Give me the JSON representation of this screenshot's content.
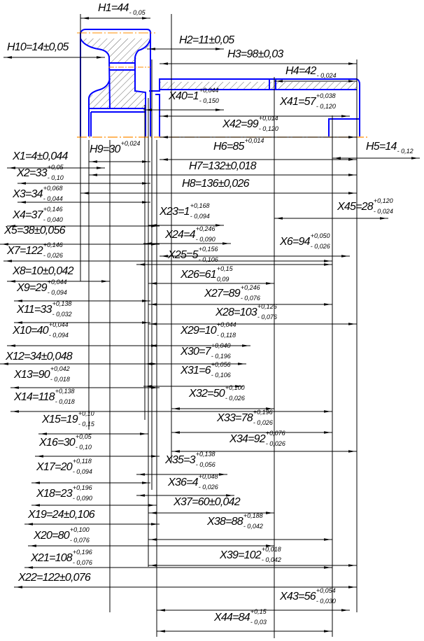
{
  "colors": {
    "part_outline": "#0000ff",
    "center_line": "#ff8c00",
    "dimension_line": "#000000"
  },
  "dims": [
    {
      "label": "H1=44",
      "upper": "",
      "lower": "- 0,05"
    },
    {
      "label": "H10=14±0,05",
      "upper": "",
      "lower": ""
    },
    {
      "label": "H2=11±0,05",
      "upper": "",
      "lower": ""
    },
    {
      "label": "H3=98±0,03",
      "upper": "",
      "lower": ""
    },
    {
      "label": "H4=42",
      "upper": "",
      "lower": "- 0,024"
    },
    {
      "label": "X40=1",
      "upper": "+0,044",
      "lower": "- 0,150"
    },
    {
      "label": "X41=57",
      "upper": "+0,038",
      "lower": "- 0,120"
    },
    {
      "label": "X42=99",
      "upper": "+0,014",
      "lower": "- 0,120"
    },
    {
      "label": "H9=30",
      "upper": "+0,024",
      "lower": ""
    },
    {
      "label": "H6=85",
      "upper": "+0,014",
      "lower": ""
    },
    {
      "label": "H5=14",
      "upper": "",
      "lower": "- 0,12"
    },
    {
      "label": "X1=4±0,044",
      "upper": "",
      "lower": ""
    },
    {
      "label": "H7=132±0,018",
      "upper": "",
      "lower": ""
    },
    {
      "label": "X2=33",
      "upper": "+0,05",
      "lower": "- 0,10"
    },
    {
      "label": "H8=136±0,026",
      "upper": "",
      "lower": ""
    },
    {
      "label": "X3=34",
      "upper": "+0,068",
      "lower": "- 0,044"
    },
    {
      "label": "X45=28",
      "upper": "+0,120",
      "lower": "- 0,024"
    },
    {
      "label": "X4=37",
      "upper": "+0,146",
      "lower": "- 0,040"
    },
    {
      "label": "X23=1",
      "upper": "+0,168",
      "lower": "- 0,094"
    },
    {
      "label": "X5=38±0,056",
      "upper": "",
      "lower": ""
    },
    {
      "label": "X24=4",
      "upper": "+0,246",
      "lower": "- 0,090"
    },
    {
      "label": "X6=94",
      "upper": "+0,050",
      "lower": "- 0,026"
    },
    {
      "label": "X7=122",
      "upper": "+0,146",
      "lower": "- 0,026"
    },
    {
      "label": "X25=5",
      "upper": "+0,156",
      "lower": "- 0,106"
    },
    {
      "label": "X8=10±0,042",
      "upper": "",
      "lower": ""
    },
    {
      "label": "X26=61",
      "upper": "+0,15",
      "lower": "0,09"
    },
    {
      "label": "X9=29",
      "upper": "+0,044",
      "lower": "- 0,094"
    },
    {
      "label": "X27=89",
      "upper": "+0,246",
      "lower": "- 0,076"
    },
    {
      "label": "X11=33",
      "upper": "+0,138",
      "lower": "- 0,032"
    },
    {
      "label": "X28=103",
      "upper": "+0,126",
      "lower": "- 0,076"
    },
    {
      "label": "X10=40",
      "upper": "+0,044",
      "lower": "- 0,094"
    },
    {
      "label": "X29=10",
      "upper": "+0,044",
      "lower": "- 0,118"
    },
    {
      "label": "X12=34±0,048",
      "upper": "",
      "lower": ""
    },
    {
      "label": "X30=7",
      "upper": "+0,040",
      "lower": "- 0,196"
    },
    {
      "label": "X13=90",
      "upper": "+0,042",
      "lower": "- 0,018"
    },
    {
      "label": "X31=6",
      "upper": "+0,056",
      "lower": "- 0,106"
    },
    {
      "label": "X32=50",
      "upper": "+0,100",
      "lower": "- 0,026"
    },
    {
      "label": "X14=118",
      "upper": "+0,138",
      "lower": "- 0,018"
    },
    {
      "label": "X15=19",
      "upper": "+0,10",
      "lower": "- 0,15"
    },
    {
      "label": "X33=78",
      "upper": "+0,196",
      "lower": "- 0,026"
    },
    {
      "label": "X16=30",
      "upper": "+0,05",
      "lower": "- 0,10"
    },
    {
      "label": "X34=92",
      "upper": "+0,076",
      "lower": "- 0,026"
    },
    {
      "label": "X35=3",
      "upper": "+0,138",
      "lower": "- 0,056"
    },
    {
      "label": "X17=20",
      "upper": "+0,118",
      "lower": "- 0,094"
    },
    {
      "label": "X36=4",
      "upper": "+0,048",
      "lower": "- 0,026"
    },
    {
      "label": "X18=23",
      "upper": "+0,196",
      "lower": "- 0,090"
    },
    {
      "label": "X37=60±0,042",
      "upper": "",
      "lower": ""
    },
    {
      "label": "X19=24±0,106",
      "upper": "",
      "lower": ""
    },
    {
      "label": "X38=88",
      "upper": "+0,188",
      "lower": "- 0,042"
    },
    {
      "label": "X20=80",
      "upper": "+0,100",
      "lower": "- 0,076"
    },
    {
      "label": "X39=102",
      "upper": "+0,018",
      "lower": "- 0,042"
    },
    {
      "label": "X21=108",
      "upper": "+0,196",
      "lower": "- 0,076"
    },
    {
      "label": "X22=122±0,076",
      "upper": "",
      "lower": ""
    },
    {
      "label": "X43=56",
      "upper": "+0,054",
      "lower": "- 0,030"
    },
    {
      "label": "X44=84",
      "upper": "+0,15",
      "lower": "- 0,03"
    }
  ]
}
